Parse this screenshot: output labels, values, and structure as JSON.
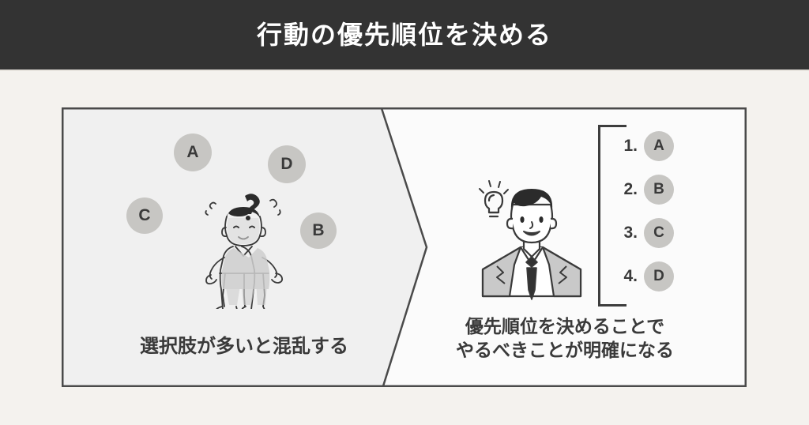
{
  "header": {
    "title": "行動の優先順位を決める",
    "background_color": "#333333",
    "text_color": "#ffffff"
  },
  "page": {
    "background_color": "#f4f2ee",
    "border_color": "#4a4a4a"
  },
  "left_panel": {
    "name": "before-state",
    "background_color": "#f0f0f0",
    "caption": "選択肢が多いと混乱する",
    "caption_color": "#3a3a3a",
    "illustration": "confused-person-icon",
    "bubble_color": "#c7c6c3",
    "options": [
      {
        "label": "A"
      },
      {
        "label": "D"
      },
      {
        "label": "C"
      },
      {
        "label": "B"
      }
    ]
  },
  "right_panel": {
    "name": "after-state",
    "background_color": "#fbfbfb",
    "caption_line1": "優先順位を決めることで",
    "caption_line2": "やるべきことが明確になる",
    "caption_color": "#3a3a3a",
    "illustration": "confident-businessman-with-idea-icon",
    "bracket_color": "#3d3d3d",
    "bubble_color": "#c7c6c3",
    "priority_list": [
      {
        "number": "1.",
        "label": "A"
      },
      {
        "number": "2.",
        "label": "B"
      },
      {
        "number": "3.",
        "label": "C"
      },
      {
        "number": "4.",
        "label": "D"
      }
    ]
  }
}
